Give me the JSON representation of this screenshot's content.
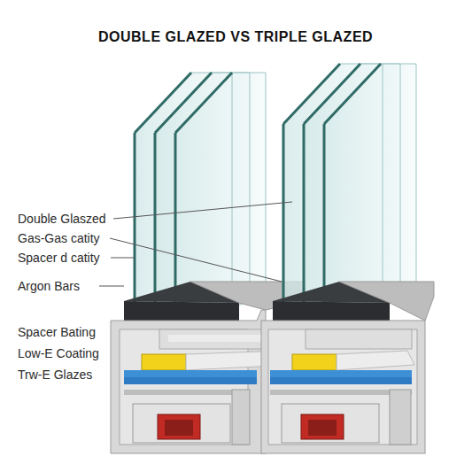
{
  "diagram": {
    "title": "DOUBLE GLAZED VS TRIPLE GLAZED",
    "labels": [
      "Double Glaszed",
      "Gas-Gas catity",
      "Spacer d catity",
      "Argon Bars",
      "Spacer Bating",
      "Low-E Coating",
      "Trw-E Glazes"
    ]
  }
}
